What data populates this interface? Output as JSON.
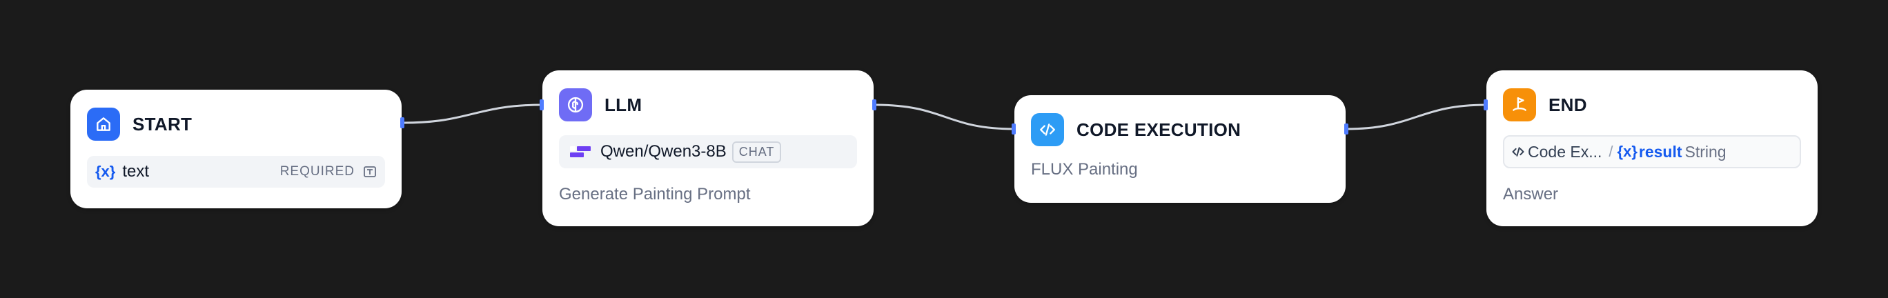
{
  "colors": {
    "canvas_bg": "#1b1b1b",
    "start_icon": "#2b6cf6",
    "llm_icon": "#6f6cf5",
    "code_icon": "#2d9cf5",
    "end_icon": "#f79009",
    "edge": "#d0d5dd",
    "handle": "#4f7cff"
  },
  "nodes": {
    "start": {
      "icon": "home-icon",
      "title": "START",
      "variable": {
        "symbol": "{x}",
        "name": "text",
        "badge": "REQUIRED",
        "type_icon": "text-input-icon"
      }
    },
    "llm": {
      "icon": "brain-icon",
      "title": "LLM",
      "model": {
        "logo": "siliconflow-logo-icon",
        "name": "Qwen/Qwen3-8B",
        "mode": "CHAT"
      },
      "description": "Generate Painting Prompt"
    },
    "code": {
      "icon": "code-icon",
      "title": "CODE EXECUTION",
      "description": "FLUX Painting"
    },
    "end": {
      "icon": "flag-icon",
      "title": "END",
      "output": {
        "node_icon": "code-icon",
        "node_name": "Code Ex...",
        "separator": "/",
        "symbol": "{x}",
        "variable": "result",
        "type": "String"
      },
      "description": "Answer"
    }
  }
}
